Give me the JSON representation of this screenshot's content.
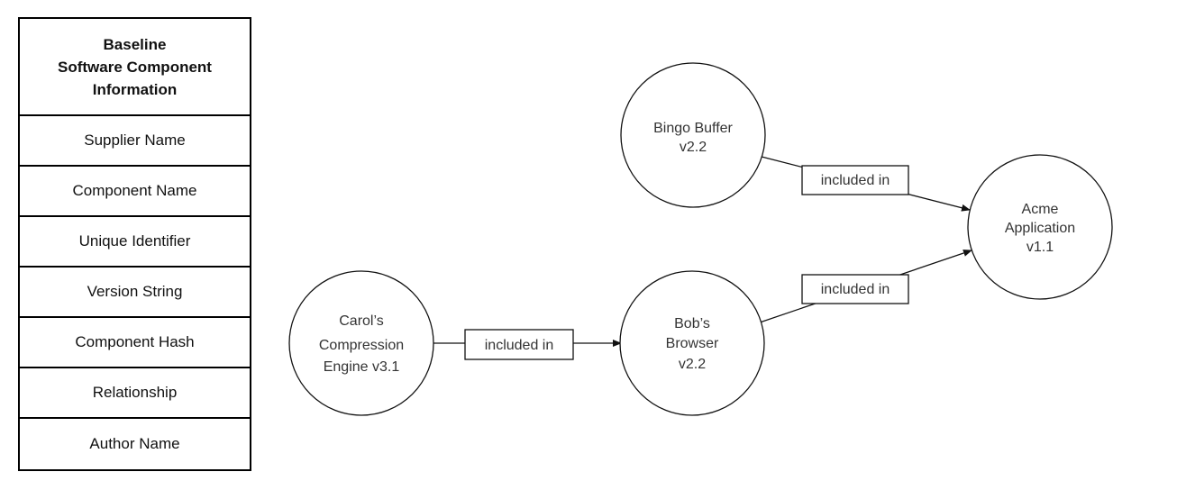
{
  "table": {
    "header": [
      "Baseline",
      "Software Component",
      "Information"
    ],
    "rows": [
      "Supplier Name",
      "Component Name",
      "Unique Identifier",
      "Version String",
      "Component Hash",
      "Relationship",
      "Author Name"
    ]
  },
  "diagram": {
    "nodes": {
      "bingo": [
        "Bingo Buffer",
        "v2.2"
      ],
      "acme": [
        "Acme",
        "Application",
        "v1.1"
      ],
      "carol": [
        "Carol’s",
        "Compression",
        "Engine v3.1"
      ],
      "bob": [
        "Bob’s",
        "Browser",
        "v2.2"
      ]
    },
    "edges": {
      "bingo_acme": "included in",
      "bob_acme": "included in",
      "carol_bob": "included in"
    }
  }
}
